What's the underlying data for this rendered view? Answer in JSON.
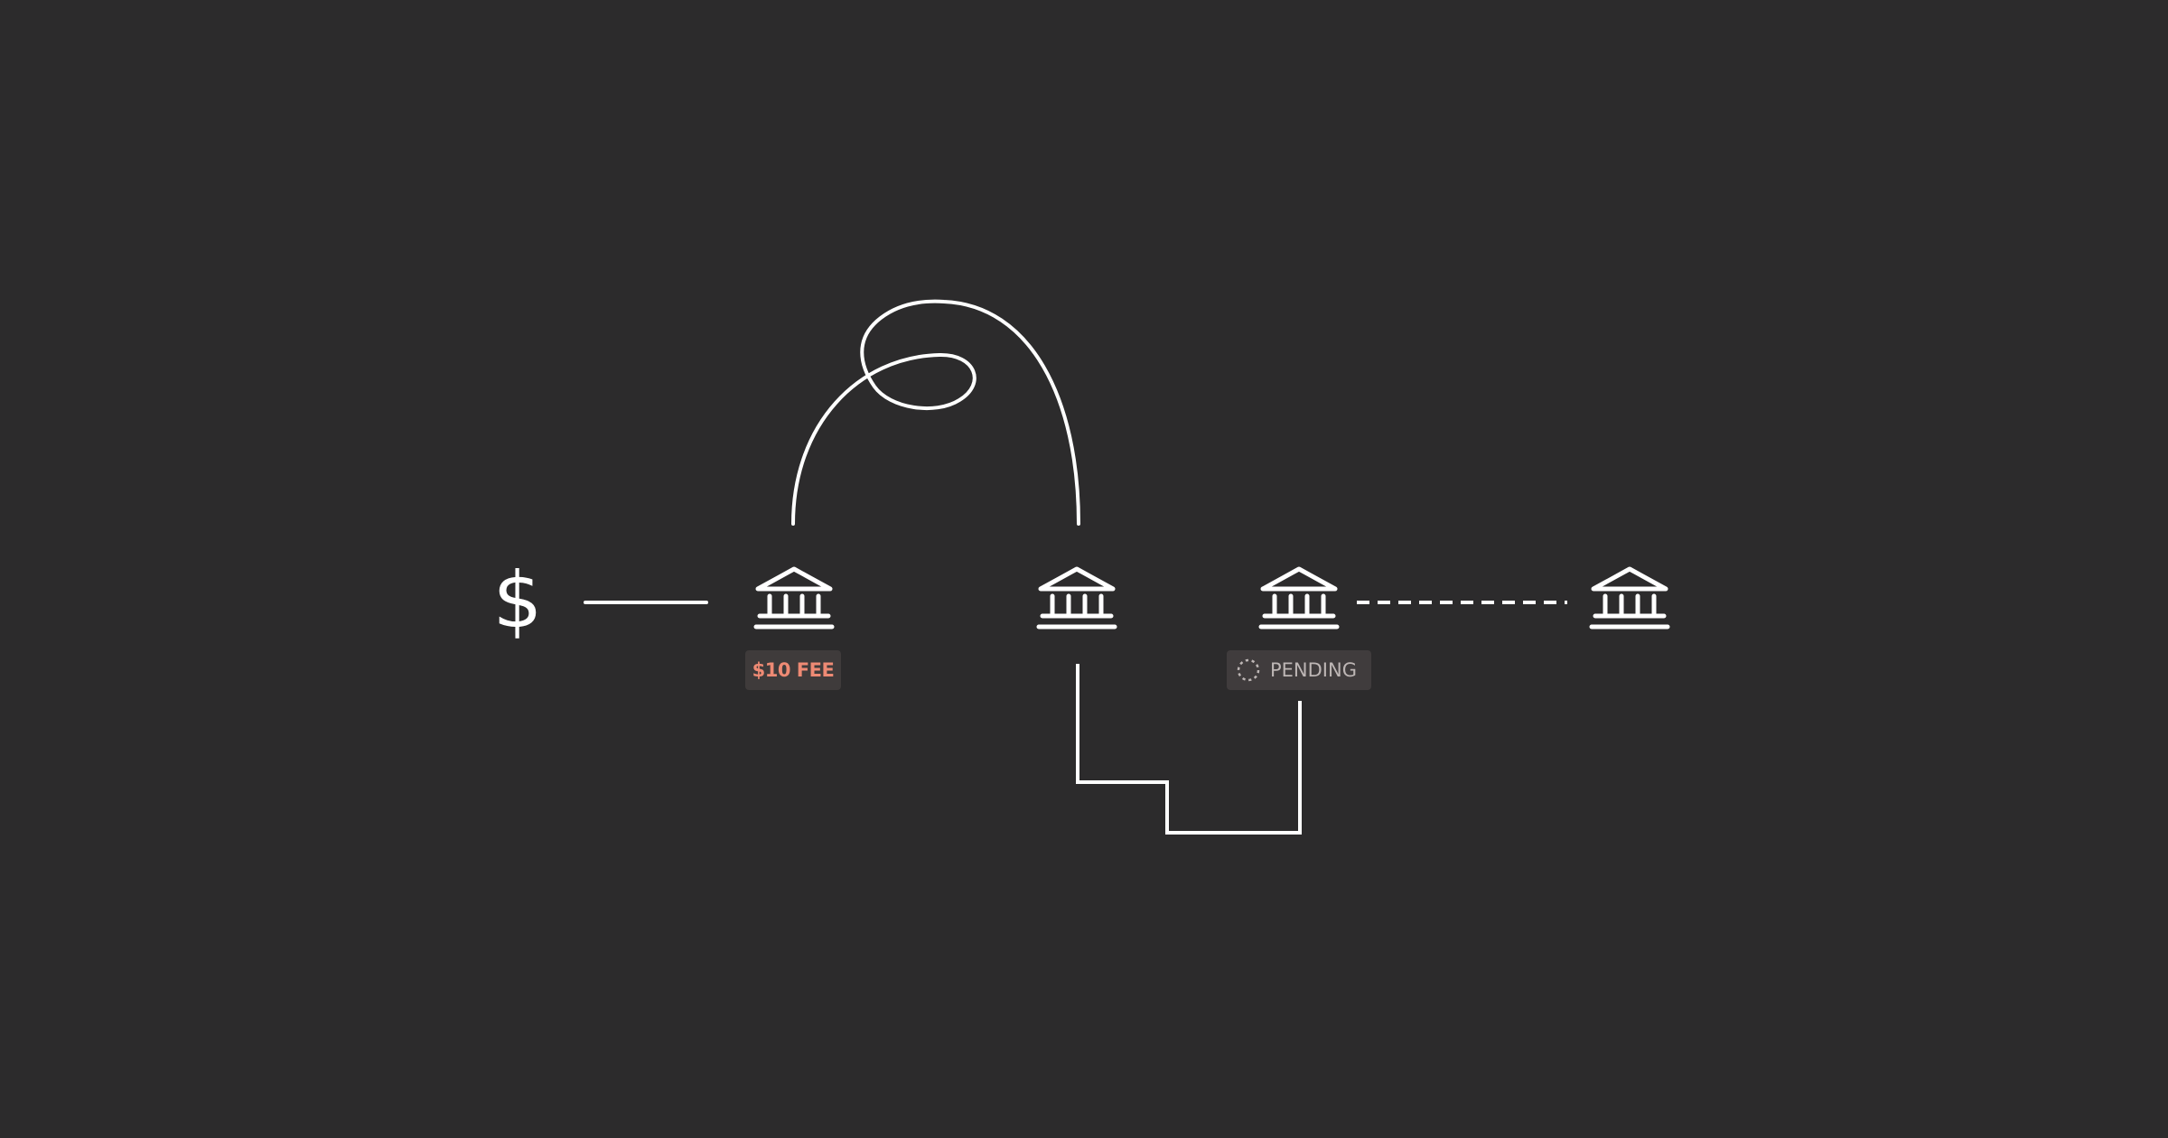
{
  "nodes": [
    {
      "kind": "currency",
      "icon": "dollar-icon",
      "glyph": "$"
    },
    {
      "kind": "bank",
      "icon": "bank-icon"
    },
    {
      "kind": "bank",
      "icon": "bank-icon"
    },
    {
      "kind": "bank",
      "icon": "bank-icon"
    },
    {
      "kind": "bank",
      "icon": "bank-icon"
    }
  ],
  "badges": {
    "fee": {
      "label": "$10 FEE",
      "color": "#ee8a74"
    },
    "pending": {
      "label": "PENDING",
      "icon": "spinner-icon",
      "color": "#bdb6b5"
    }
  },
  "connections": [
    {
      "from": "dollar",
      "to": "bank-1",
      "style": "solid-straight"
    },
    {
      "from": "bank-1",
      "to": "bank-2",
      "style": "solid-looping-curve"
    },
    {
      "from": "bank-2",
      "to": "bank-3",
      "style": "solid-stepped"
    },
    {
      "from": "bank-3",
      "to": "bank-4",
      "style": "dashed-straight"
    }
  ],
  "colors": {
    "background": "#2c2b2c",
    "line": "#ffffff",
    "badge_background": "#3f3b3b"
  }
}
